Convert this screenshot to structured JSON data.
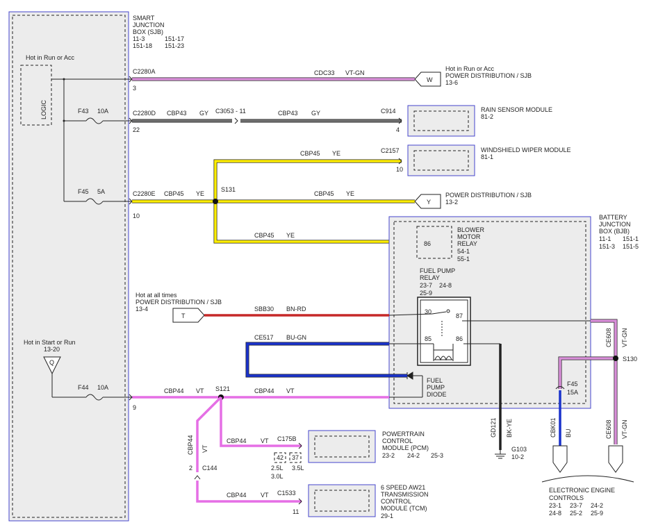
{
  "colors": {
    "violet_green": "#d98fd9",
    "gray": "#707070",
    "yellow": "#ffee00",
    "red": "#c62828",
    "blue": "#1a33cc",
    "violet": "#e56fe5",
    "module_border": "#4444cc"
  },
  "sjb": {
    "title": [
      "SMART",
      "JUNCTION",
      "BOX (SJB)"
    ],
    "refs": [
      "11-3",
      "151-17",
      "151-18",
      "151-23"
    ],
    "hot_run_acc": "Hot in Run or Acc",
    "logic": "LOGIC",
    "hot_start_run": "Hot in Start or Run",
    "hot_start_run_ref": "13-20",
    "connector_q": "Q"
  },
  "fuses": {
    "f43": "F43",
    "f43_amp": "10A",
    "f45": "F45",
    "f45_amp": "5A",
    "f44": "F44",
    "f44_amp": "10A",
    "bjb_f45": "F45",
    "bjb_f45_amp": "15A"
  },
  "circuits": {
    "c1": {
      "conn": "C2280A",
      "pin": "3",
      "wire": "CDC33",
      "color": "VT-GN",
      "dest_tag": "W",
      "dest_lines": [
        "Hot in Run or Acc",
        "POWER DISTRIBUTION / SJB",
        "13-6"
      ]
    },
    "c2": {
      "conn": "C2280D",
      "pin": "22",
      "wire": "CBP43",
      "color": "GY",
      "mid_conn": "C3053 - 11",
      "wire2": "CBP43",
      "color2": "GY",
      "end_conn": "C914",
      "end_pin": "4",
      "module": "RAIN SENSOR MODULE",
      "module_ref": "81-2"
    },
    "c3": {
      "wire": "CBP45",
      "color": "YE",
      "conn": "C2157",
      "pin": "10",
      "module": "WINDSHIELD WIPER MODULE",
      "module_ref": "81-1"
    },
    "c4": {
      "conn": "C2280E",
      "pin": "10",
      "wire": "CBP45",
      "color": "YE",
      "splice": "S131",
      "wire2": "CBP45",
      "color2": "YE",
      "dest_tag": "Y",
      "dest_lines": [
        "POWER DISTRIBUTION / SJB",
        "13-2"
      ]
    },
    "c5": {
      "wire": "CBP45",
      "color": "YE"
    },
    "c6": {
      "hot": "Hot at all times",
      "dest_lines": [
        "POWER DISTRIBUTION / SJB",
        "13-4"
      ],
      "tag": "T",
      "wire": "SBB30",
      "color": "BN-RD"
    },
    "c7": {
      "wire": "CE517",
      "color": "BU-GN"
    },
    "c8": {
      "pin": "9",
      "wire": "CBP44",
      "color": "VT",
      "splice": "S121",
      "wire2": "CBP44",
      "color2": "VT"
    },
    "c9": {
      "wire": "CBP44",
      "color": "VT",
      "conn": "C175B",
      "module_lines": [
        "POWERTRAIN",
        "CONTROL",
        "MODULE (PCM)"
      ],
      "refs": [
        "23-2",
        "24-2",
        "25-3"
      ],
      "pin_a": "42",
      "pin_b": "37",
      "eng_a": "2.5L",
      "eng_b": "3.5L",
      "eng_c": "3.0L"
    },
    "c10": {
      "vert_wire": "CBP44",
      "vert_color": "VT",
      "conn": "C144",
      "pin": "2",
      "pin11": "11",
      "wire": "CBP44",
      "color": "VT",
      "end_conn": "C1533",
      "module_lines": [
        "6 SPEED AW21",
        "TRANSMISSION",
        "CONTROL",
        "MODULE (TCM)"
      ],
      "module_ref": "29-1"
    }
  },
  "bjb": {
    "title": [
      "BATTERY",
      "JUNCTION",
      "BOX (BJB)"
    ],
    "refs": [
      "11-1",
      "151-1",
      "151-3",
      "151-5"
    ],
    "blower": [
      "BLOWER",
      "MOTOR",
      "RELAY"
    ],
    "blower_pin": "86",
    "blower_refs": [
      "54-1",
      "55-1"
    ],
    "fpr_lines": [
      "FUEL PUMP",
      "RELAY"
    ],
    "fpr_refs": [
      "23-7",
      "24-8",
      "25-9"
    ],
    "relay_pins": [
      "30",
      "87",
      "85",
      "86"
    ],
    "diode_lines": [
      "FUEL",
      "PUMP",
      "DIODE"
    ]
  },
  "right": {
    "ce608_top": "CE608",
    "vtgn_top": "VT-GN",
    "s130": "S130",
    "cbk01": "CBK01",
    "bu": "BU",
    "ce608_bot": "CE608",
    "vtgn_bot": "VT-GN",
    "gd121": "GD121",
    "bkye": "BK-YE",
    "g103": "G103",
    "g103_ref": "10-2",
    "eec_lines": [
      "ELECTRONIC ENGINE",
      "CONTROLS"
    ],
    "eec_refs": [
      "23-1",
      "23-7",
      "24-2",
      "24-8",
      "25-2",
      "25-9"
    ]
  }
}
